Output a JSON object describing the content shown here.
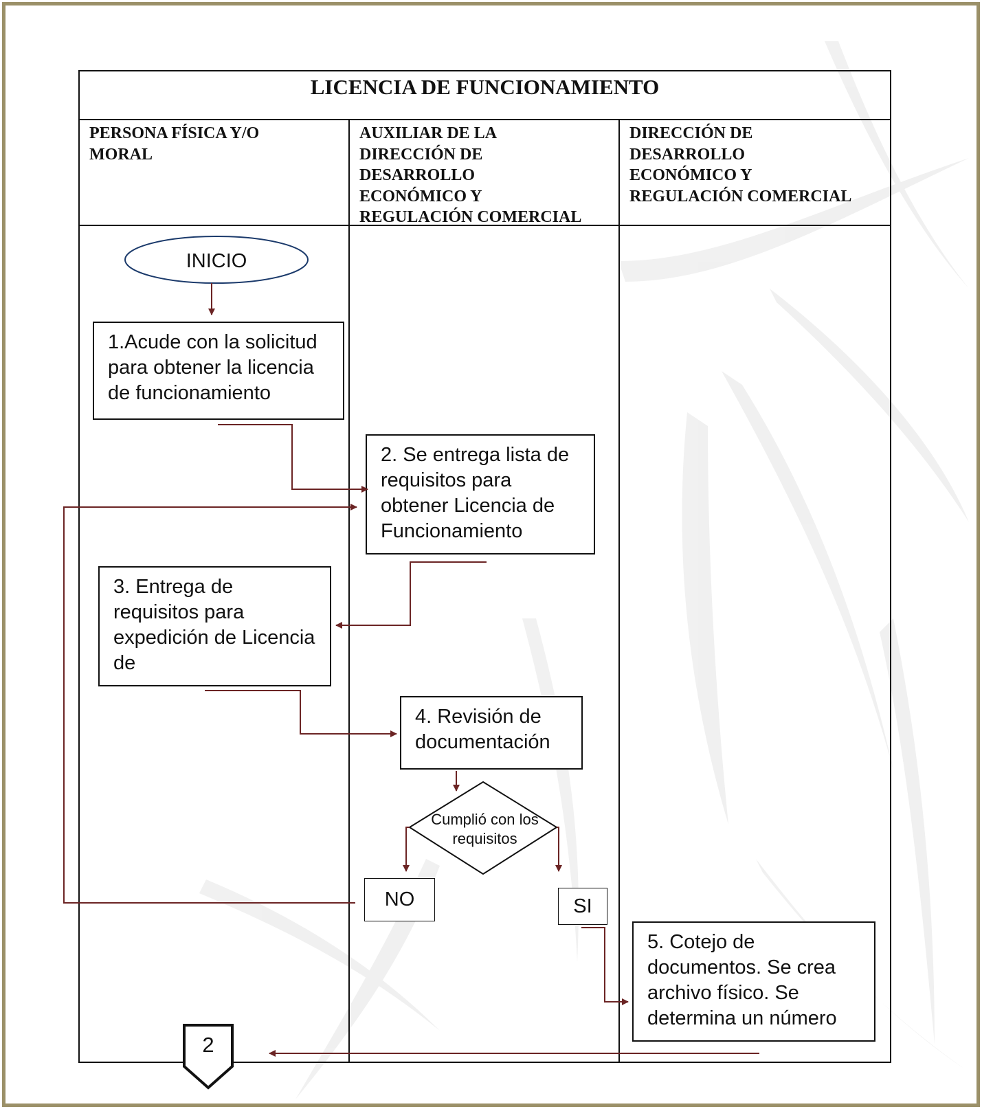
{
  "diagram": {
    "title": "LICENCIA DE FUNCIONAMIENTO",
    "lanes": [
      "PERSONA FÍSICA Y/O\nMORAL",
      "AUXILIAR DE LA\nDIRECCIÓN DE\nDESARROLLO\nECONÓMICO Y\nREGULACIÓN COMERCIAL",
      "DIRECCIÓN DE\nDESARROLLO\nECONÓMICO Y\nREGULACIÓN COMERCIAL"
    ],
    "start_label": "INICIO",
    "steps": {
      "step1": "1.Acude con la solicitud para obtener la licencia de funcionamiento",
      "step2": "2. Se entrega lista de requisitos para obtener Licencia de Funcionamiento",
      "step3": "3. Entrega de requisitos para expedición de Licencia de",
      "step4": "4. Revisión de documentación",
      "step5": "5. Cotejo de documentos. Se crea archivo físico. Se determina un número"
    },
    "decision": "Cumplió con los requisitos",
    "no_label": "NO",
    "yes_label": "SI",
    "connector_label": "2"
  },
  "colors": {
    "frame": "#9b9068",
    "arrow": "#6b2424",
    "border": "#111111",
    "decision_border": "#111111"
  }
}
